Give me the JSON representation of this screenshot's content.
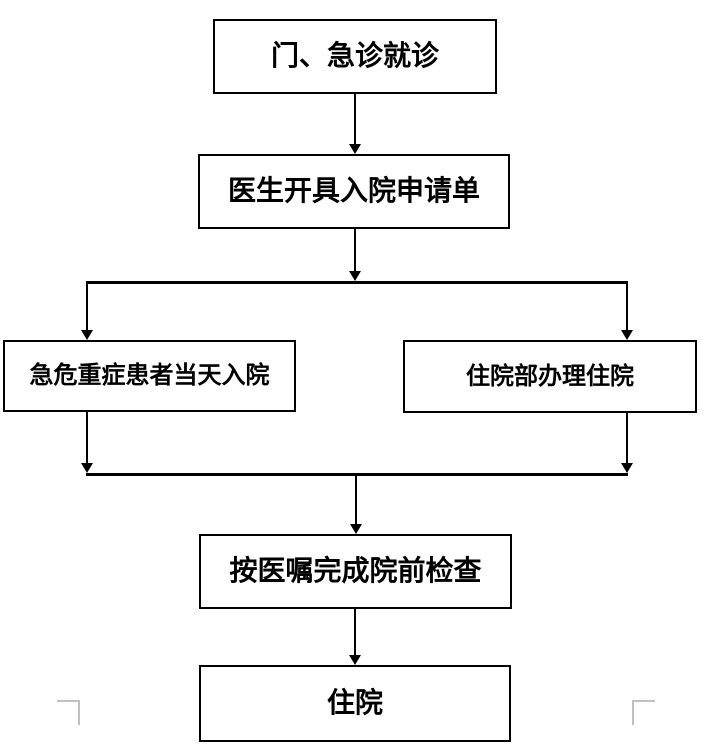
{
  "flowchart": {
    "type": "process-flow",
    "language": "zh-CN",
    "nodes": [
      {
        "id": "outpatient-emergency-visit",
        "label": "门、急诊就诊"
      },
      {
        "id": "doctor-issues-admission-form",
        "label": "医生开具入院申请单"
      },
      {
        "id": "critical-patient-same-day-admission",
        "label": "急危重症患者当天入院"
      },
      {
        "id": "inpatient-dept-handles-admission",
        "label": "住院部办理住院"
      },
      {
        "id": "complete-pre-admission-exams",
        "label": "按医嘱完成院前检查"
      },
      {
        "id": "hospitalization",
        "label": "住院"
      }
    ],
    "edges": [
      {
        "from": "outpatient-emergency-visit",
        "to": "doctor-issues-admission-form"
      },
      {
        "from": "doctor-issues-admission-form",
        "to": "critical-patient-same-day-admission"
      },
      {
        "from": "doctor-issues-admission-form",
        "to": "inpatient-dept-handles-admission"
      },
      {
        "from": "critical-patient-same-day-admission",
        "to": "complete-pre-admission-exams"
      },
      {
        "from": "inpatient-dept-handles-admission",
        "to": "complete-pre-admission-exams"
      },
      {
        "from": "complete-pre-admission-exams",
        "to": "hospitalization"
      }
    ],
    "colors": {
      "line": "#000000",
      "box_border": "#000000",
      "text": "#000000",
      "background": "#ffffff",
      "corner_mark": "#c0c0c0"
    }
  }
}
